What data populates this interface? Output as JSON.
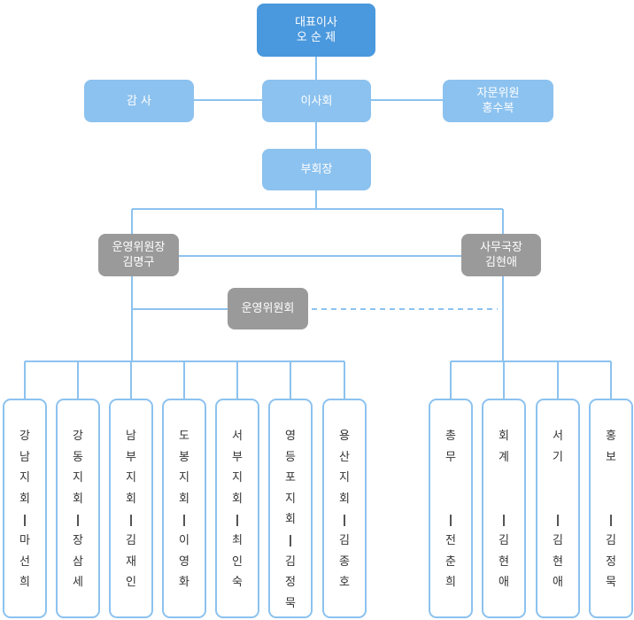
{
  "ceo": {
    "title": "대표이사",
    "name": "오 순 제"
  },
  "auditor": {
    "label": "감 사"
  },
  "board": {
    "label": "이사회"
  },
  "advisor": {
    "title": "자문위원",
    "name": "홍수복"
  },
  "vice_chair": {
    "label": "부회장"
  },
  "ops_chair": {
    "title": "운영위원장",
    "name": "김명구"
  },
  "secretary_general": {
    "title": "사무국장",
    "name": "김현애"
  },
  "ops_committee": {
    "label": "운영위원회"
  },
  "branches": [
    {
      "unit": "강남지회",
      "name": "마선희"
    },
    {
      "unit": "강동지회",
      "name": "장삼세"
    },
    {
      "unit": "남부지회",
      "name": "김재인"
    },
    {
      "unit": "도봉지회",
      "name": "이영화"
    },
    {
      "unit": "서부지회",
      "name": "최인숙"
    },
    {
      "unit": "영등포지회",
      "name": "김정묵"
    },
    {
      "unit": "용산지회",
      "name": "김종호"
    }
  ],
  "offices": [
    {
      "unit": "총무",
      "name": "전춘희"
    },
    {
      "unit": "회계",
      "name": "김현애"
    },
    {
      "unit": "서기",
      "name": "김현애"
    },
    {
      "unit": "홍보",
      "name": "김정묵"
    }
  ],
  "colors": {
    "ceo_box": "#4a98dd",
    "blue_box": "#8cc2ef",
    "gray_box": "#9a9a9a",
    "connector": "#8cc2ef",
    "branch_text": "#333333"
  }
}
